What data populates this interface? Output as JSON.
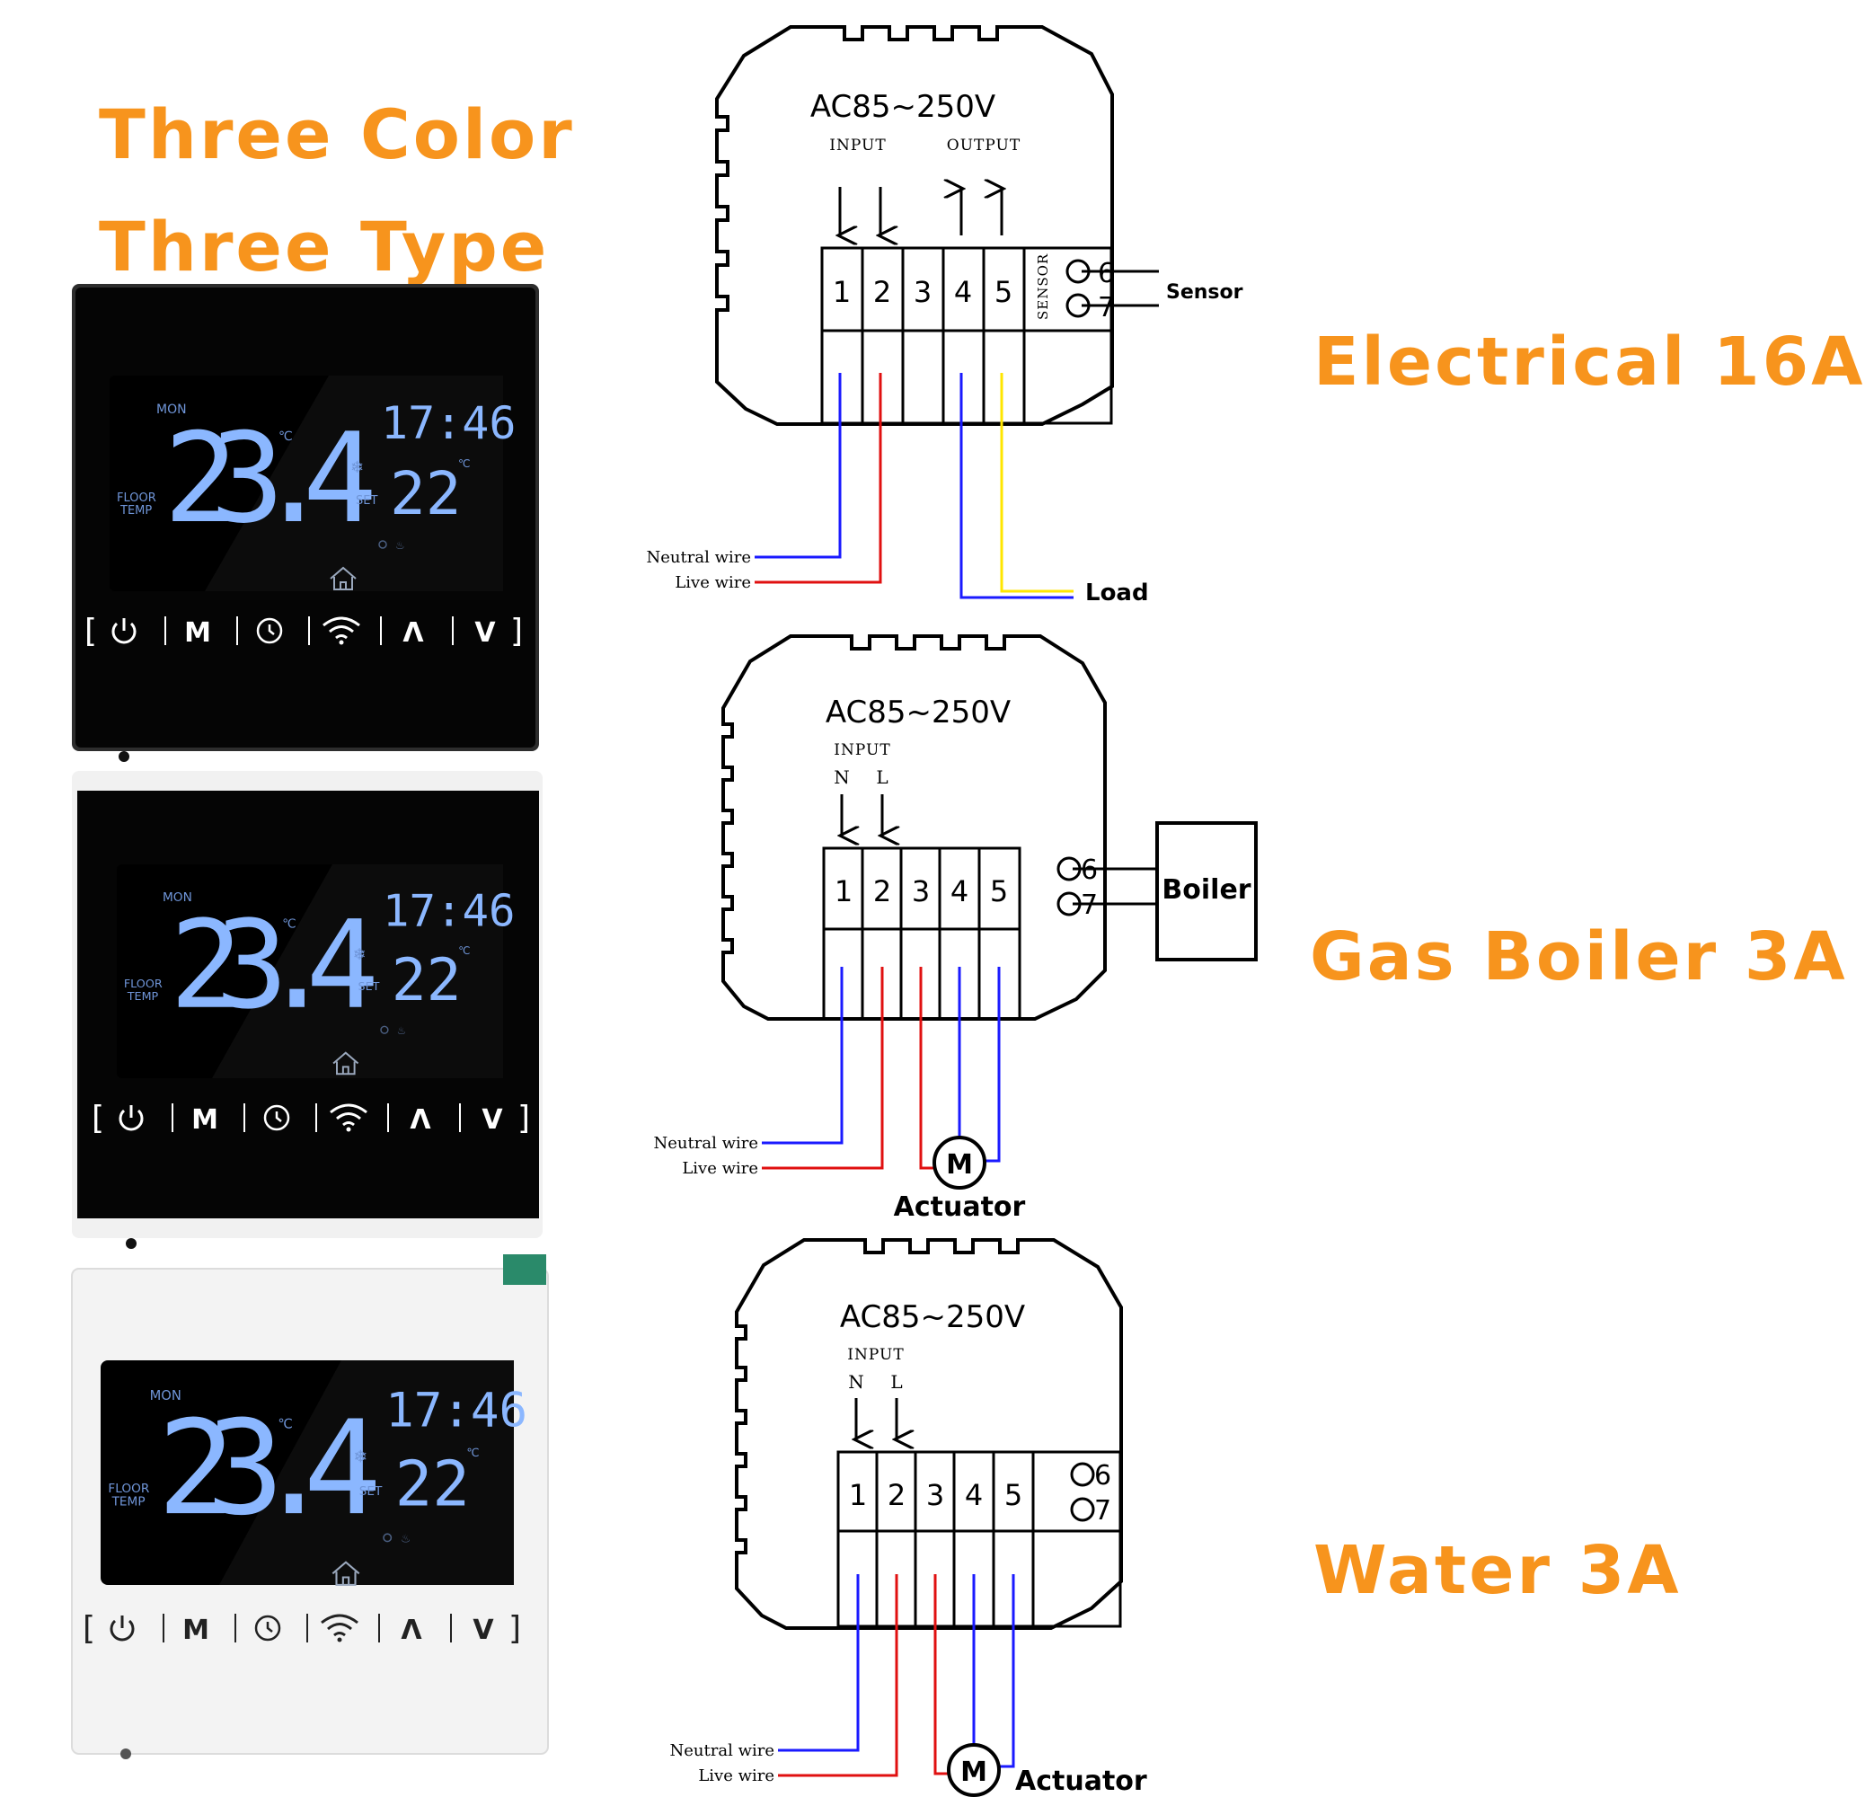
{
  "headings": {
    "line1": "Three Color",
    "line2": "Three Type"
  },
  "type_labels": [
    "Electrical 16A",
    "Gas Boiler 3A",
    "Water 3A"
  ],
  "thermostat": {
    "day": "MON",
    "time": "17:46",
    "temperature": "23.4",
    "degree_unit": "℃",
    "set_label": "SET",
    "set_temperature": "22",
    "floor_label_1": "FLOOR",
    "floor_label_2": "TEMP",
    "buttons": {
      "menu": "M",
      "up": "Λ",
      "down": "V",
      "bracket_left": "[",
      "bracket_right": "]"
    }
  },
  "wiring": {
    "voltage": "AC85~250V",
    "input_label": "INPUT",
    "output_label": "OUTPUT",
    "sensor_vertical": "SENSOR",
    "terminals": [
      "1",
      "2",
      "3",
      "4",
      "5"
    ],
    "aux_terminals": [
      "6",
      "7"
    ],
    "n_label": "N",
    "l_label": "L",
    "neutral_wire": "Neutral wire",
    "live_wire": "Live wire",
    "sensor": "Sensor",
    "load": "Load",
    "boiler": "Boiler",
    "motor": "M",
    "actuator": "Actuator"
  },
  "colors": {
    "accent": "#f7941d",
    "neutral": "#1a1aff",
    "live": "#e01010",
    "load": "#ffe600",
    "lcd_digit": "#8bb7ff"
  }
}
